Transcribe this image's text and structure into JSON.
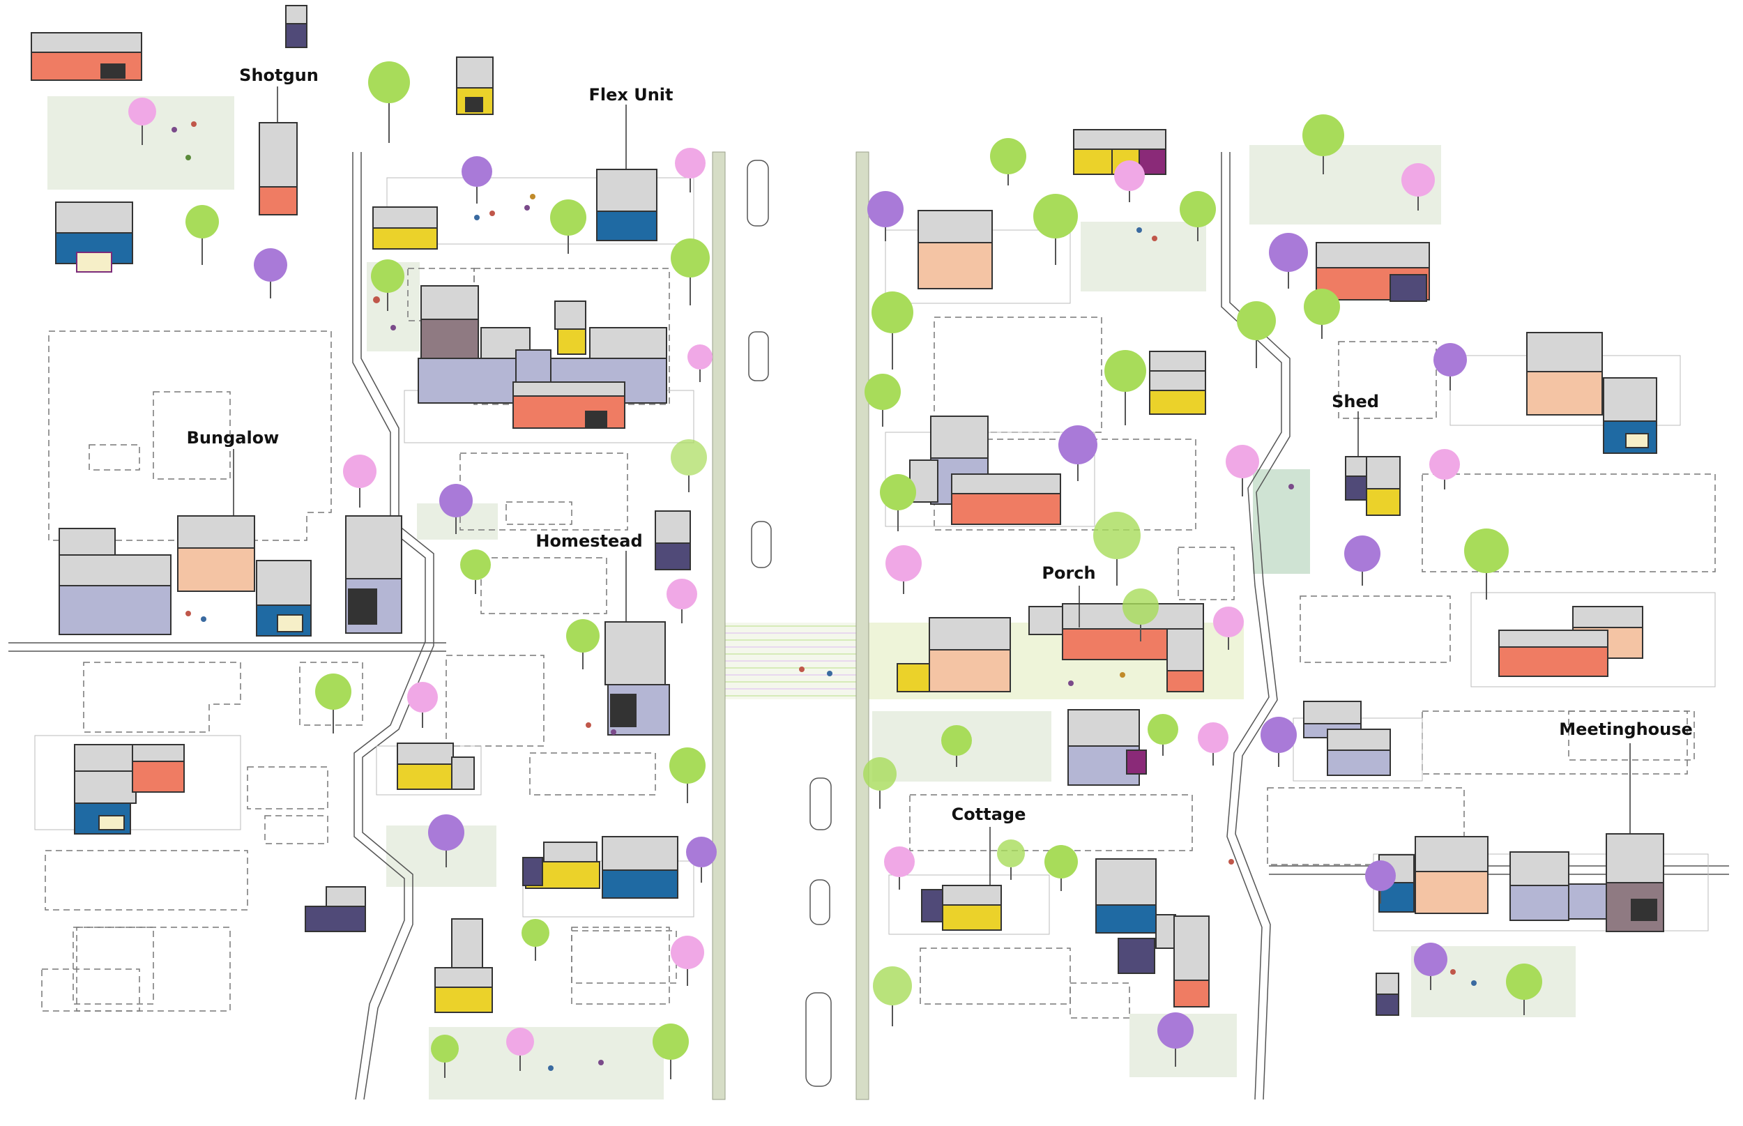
{
  "labels": {
    "shotgun": "Shotgun",
    "flex_unit": "Flex Unit",
    "bungalow": "Bungalow",
    "homestead": "Homestead",
    "porch": "Porch",
    "shed": "Shed",
    "cottage": "Cottage",
    "meetinghouse": "Meetinghouse"
  },
  "colors": {
    "coral": "#ef7c63",
    "yellow": "#ebd22a",
    "blue": "#1f6aa3",
    "peach": "#f4c4a4",
    "lavender": "#b4b6d4",
    "mauve": "#8f7a82",
    "navy": "#504a78",
    "roof": "#d6d6d6",
    "green_tree": "#a8dc5a",
    "purple_tree": "#a97ad8",
    "pink_tree": "#f0a8e6",
    "lawn": "#e9efe3",
    "road": "#d6ddc6"
  },
  "icons": {
    "tree": "tree-icon",
    "car": "car-icon",
    "person": "person-icon"
  }
}
